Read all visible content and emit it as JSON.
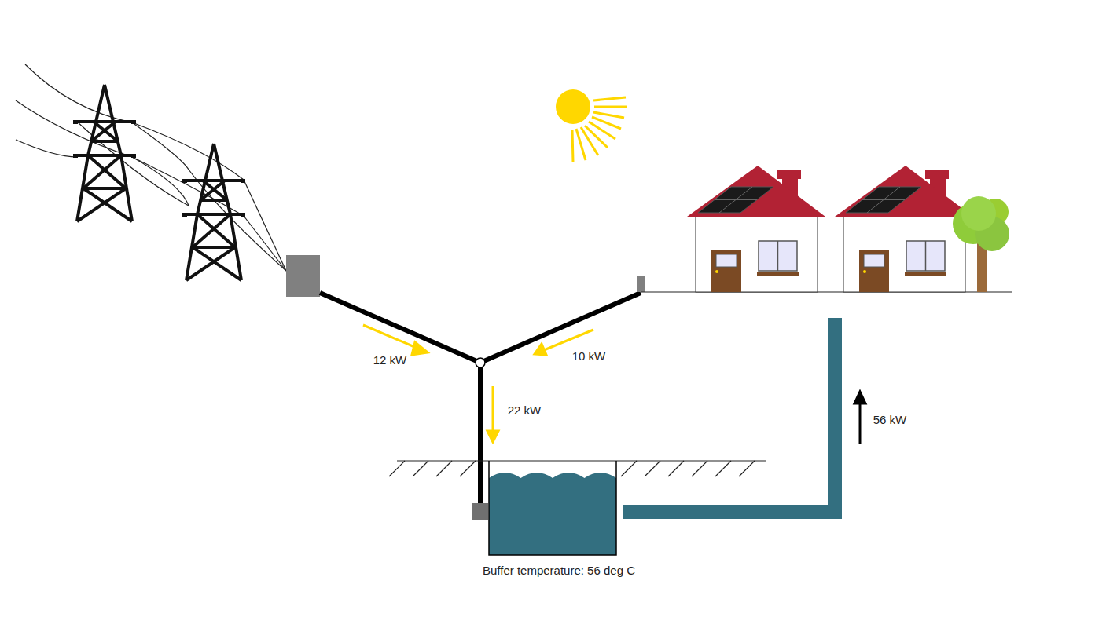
{
  "diagram": {
    "nodes": [
      {
        "text": [
          "Buffer temperature: 56 deg C"
        ]
      }
    ],
    "labels": [
      "12 kW",
      "10 kW",
      "22 kW",
      "56 kW"
    ]
  }
}
